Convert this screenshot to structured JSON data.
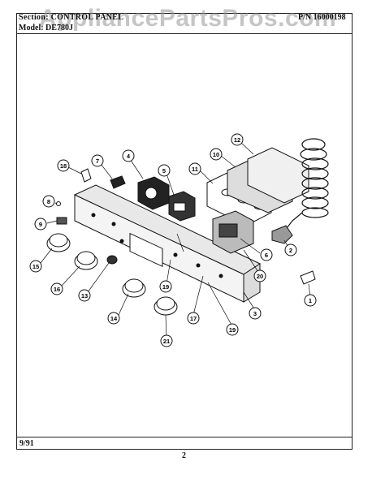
{
  "header": {
    "section": "Section: CONTROL PANEL",
    "part_number": "P/N 16000198",
    "model": "Model: DE780J"
  },
  "watermark": "AppliancePartsPros.com",
  "footer": {
    "date": "9/91",
    "page": "2"
  },
  "callouts": [
    "1",
    "2",
    "3",
    "4",
    "5",
    "6",
    "7",
    "8",
    "9",
    "10",
    "11",
    "12",
    "13",
    "14",
    "15",
    "16",
    "17",
    "18",
    "19",
    "19",
    "20",
    "21"
  ]
}
